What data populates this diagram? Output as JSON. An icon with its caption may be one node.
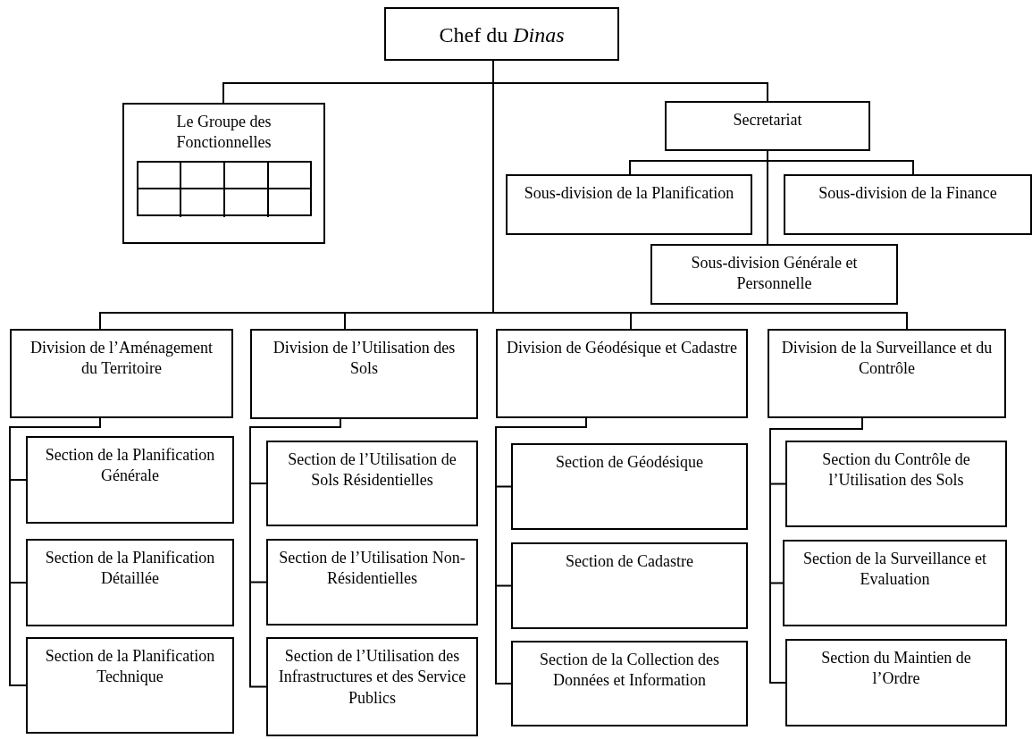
{
  "diagram": {
    "nodes": [
      {
        "text": [
          "Chef du *Dinas*"
        ]
      },
      {
        "text": [
          "Le Groupe des Fonctionnelles"
        ]
      },
      {
        "text": [
          "Secretariat"
        ]
      },
      {
        "text": [
          "Sous-division de la Planification"
        ]
      },
      {
        "text": [
          "Sous-division de la Finance"
        ]
      },
      {
        "text": [
          "Sous-division Générale et Personnelle"
        ]
      },
      {
        "text": [
          "Division de l’Aménagement du Territoire"
        ]
      },
      {
        "text": [
          "Division de l’Utilisation des Sols"
        ]
      },
      {
        "text": [
          "Division de Géodésique et Cadastre"
        ]
      },
      {
        "text": [
          "Division de la Surveillance et du Contrôle"
        ]
      },
      {
        "text": [
          "Section de la Planification Générale"
        ]
      },
      {
        "text": [
          "Section de la Planification Détaillée"
        ]
      },
      {
        "text": [
          "Section de la Planification Technique"
        ]
      },
      {
        "text": [
          "Section de l’Utilisation de Sols Résidentielles"
        ]
      },
      {
        "text": [
          "Section de l’Utilisation Non-Résidentielles"
        ]
      },
      {
        "text": [
          "Section de l’Utilisation des Infrastructures et des Service Publics"
        ]
      },
      {
        "text": [
          "Section de Géodésique"
        ]
      },
      {
        "text": [
          "Section de Cadastre"
        ]
      },
      {
        "text": [
          "Section de la Collection des Données et Information"
        ]
      },
      {
        "text": [
          "Section du Contrôle de l’Utilisation des Sols"
        ]
      },
      {
        "text": [
          "Section de la Surveillance et Evaluation"
        ]
      },
      {
        "text": [
          "Section du Maintien de l’Ordre"
        ]
      }
    ],
    "edges": [
      {
        "from": 0,
        "to": 1,
        "arrow": "none"
      },
      {
        "from": 0,
        "to": 2,
        "arrow": "none"
      },
      {
        "from": 2,
        "to": 3,
        "arrow": "none"
      },
      {
        "from": 2,
        "to": 4,
        "arrow": "none"
      },
      {
        "from": 2,
        "to": 5,
        "arrow": "none"
      },
      {
        "from": 0,
        "to": 6,
        "arrow": "none"
      },
      {
        "from": 0,
        "to": 7,
        "arrow": "none"
      },
      {
        "from": 0,
        "to": 8,
        "arrow": "none"
      },
      {
        "from": 0,
        "to": 9,
        "arrow": "none"
      },
      {
        "from": 6,
        "to": 10,
        "arrow": "none"
      },
      {
        "from": 6,
        "to": 11,
        "arrow": "none"
      },
      {
        "from": 6,
        "to": 12,
        "arrow": "none"
      },
      {
        "from": 7,
        "to": 13,
        "arrow": "none"
      },
      {
        "from": 7,
        "to": 14,
        "arrow": "none"
      },
      {
        "from": 7,
        "to": 15,
        "arrow": "none"
      },
      {
        "from": 8,
        "to": 16,
        "arrow": "none"
      },
      {
        "from": 8,
        "to": 17,
        "arrow": "none"
      },
      {
        "from": 8,
        "to": 18,
        "arrow": "none"
      },
      {
        "from": 9,
        "to": 19,
        "arrow": "none"
      },
      {
        "from": 9,
        "to": 20,
        "arrow": "none"
      },
      {
        "from": 9,
        "to": 21,
        "arrow": "none"
      }
    ]
  }
}
